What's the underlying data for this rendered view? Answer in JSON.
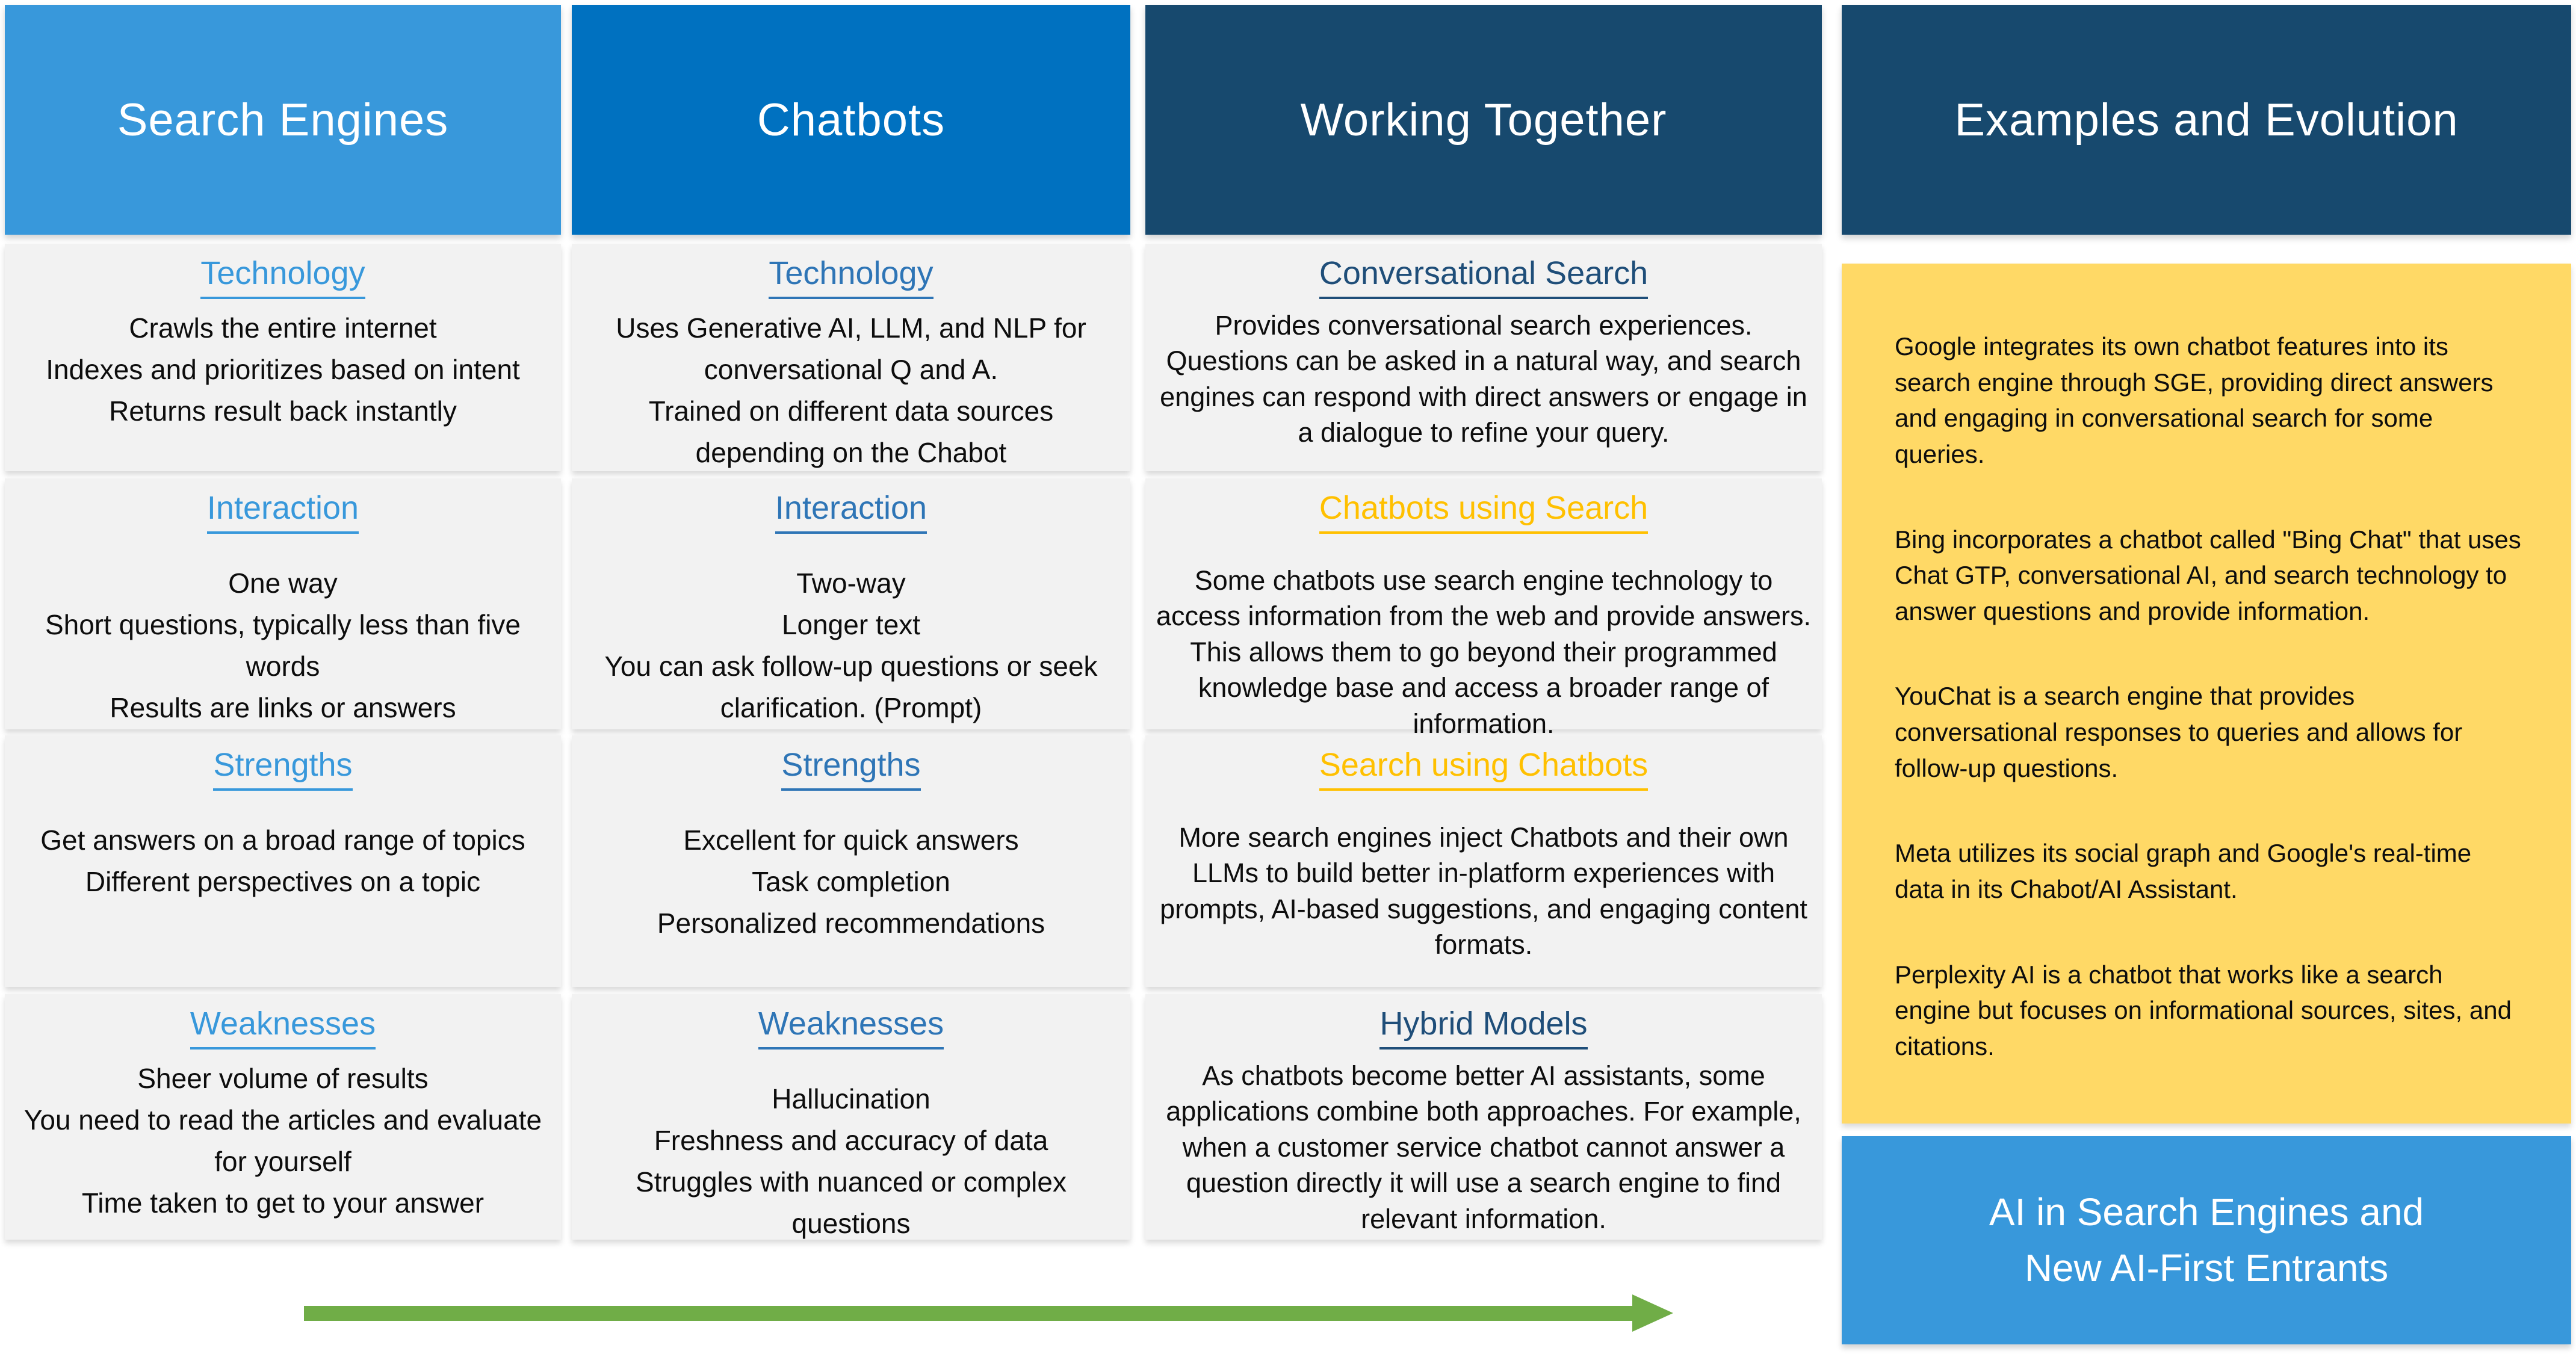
{
  "colors": {
    "col1_header_blue": "#3898DB",
    "col2_header_blue": "#0071C0",
    "dark_header_blue": "#17496E",
    "heading_light_blue": "#3898DB",
    "heading_medium_blue": "#2E75B6",
    "heading_dark_blue": "#1F4E79",
    "heading_gold": "#FFC000",
    "card_gray": "#F2F2F2",
    "examples_yellow": "#FFD966",
    "footer_blue": "#3898DB",
    "arrow_green": "#70AD47"
  },
  "columns": [
    {
      "header": "Search Engines",
      "sections": [
        {
          "heading": "Technology",
          "lines": [
            "Crawls the entire internet",
            "Indexes and prioritizes based on intent",
            "Returns result back instantly"
          ]
        },
        {
          "heading": "Interaction",
          "lines": [
            "One way",
            "Short questions, typically less than five words",
            "Results are links or answers"
          ]
        },
        {
          "heading": "Strengths",
          "lines": [
            "Get answers on a broad range of topics",
            "Different perspectives on a topic"
          ]
        },
        {
          "heading": "Weaknesses",
          "lines": [
            "Sheer volume of results",
            "You need to read the articles and evaluate for yourself",
            "Time taken to get to your answer"
          ]
        }
      ]
    },
    {
      "header": "Chatbots",
      "sections": [
        {
          "heading": "Technology",
          "lines": [
            "Uses Generative AI, LLM, and NLP for conversational Q and A.",
            "Trained on different data sources depending on the Chabot"
          ]
        },
        {
          "heading": "Interaction",
          "lines": [
            "Two-way",
            "Longer text",
            "You can ask follow-up questions or seek clarification. (Prompt)"
          ]
        },
        {
          "heading": "Strengths",
          "lines": [
            "Excellent for quick answers",
            "Task completion",
            "Personalized recommendations"
          ]
        },
        {
          "heading": "Weaknesses",
          "lines": [
            "Hallucination",
            "Freshness and accuracy of data",
            "Struggles with nuanced or complex questions"
          ]
        }
      ]
    },
    {
      "header": "Working Together",
      "sections": [
        {
          "heading": "Conversational Search",
          "text": "Provides conversational search experiences. Questions can be asked in a natural way, and search engines can respond with direct answers or engage in a dialogue to refine your query."
        },
        {
          "heading": "Chatbots using Search",
          "text": "Some chatbots use search engine technology to access information from the web and provide answers. This allows them to go beyond their programmed knowledge base and access a broader range of information."
        },
        {
          "heading": "Search using Chatbots",
          "text": "More search engines inject Chatbots and their own LLMs to build better in-platform experiences with prompts, AI-based suggestions, and engaging content formats."
        },
        {
          "heading": "Hybrid Models",
          "text": "As chatbots become better AI assistants, some applications combine both approaches. For example, when a customer service chatbot cannot answer a question directly it will use a search engine to find relevant information."
        }
      ]
    },
    {
      "header": "Examples and Evolution",
      "paragraphs": [
        "Google integrates its own chatbot features into its search engine through SGE, providing direct answers and engaging in conversational search for some queries.",
        "Bing incorporates a chatbot called \"Bing Chat\" that uses Chat GTP, conversational AI, and search technology to answer questions and provide information.",
        "YouChat is a search engine that provides conversational responses to queries and allows for follow-up questions.",
        "Meta utilizes its social graph and Google's real-time data in its Chabot/AI Assistant.",
        "Perplexity AI is a chatbot that works like a search engine but focuses on informational sources, sites, and citations."
      ],
      "footer": "AI in Search Engines and New AI-First Entrants"
    }
  ]
}
